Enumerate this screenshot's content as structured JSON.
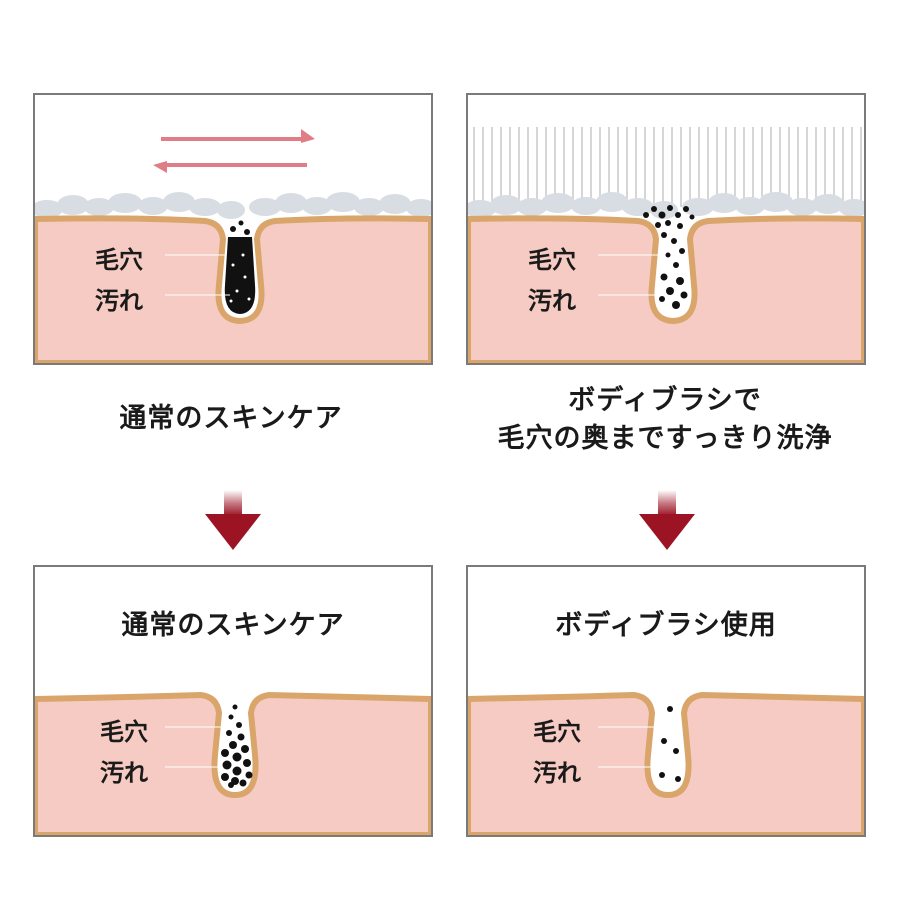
{
  "panels": {
    "top_left": {
      "pore_label": "毛穴",
      "dirt_label": "汚れ"
    },
    "top_right": {
      "pore_label": "毛穴",
      "dirt_label": "汚れ"
    },
    "bottom_left": {
      "title": "通常のスキンケア",
      "pore_label": "毛穴",
      "dirt_label": "汚れ"
    },
    "bottom_right": {
      "title": "ボディブラシ使用",
      "pore_label": "毛穴",
      "dirt_label": "汚れ"
    }
  },
  "captions": {
    "left": "通常のスキンケア",
    "right_line1": "ボディブラシで",
    "right_line2": "毛穴の奥まですっきり洗浄"
  },
  "colors": {
    "skin": "#f6cbc3",
    "skin_edge": "#d9a56a",
    "foam": "#d8dde3",
    "dirt": "#111111",
    "motion_arrow": "#e07d86",
    "down_arrow": "#9c1424",
    "bristles": "#c8c8c8"
  },
  "icons": {
    "motion": "double-arrow-icon",
    "down": "down-arrow-icon"
  }
}
